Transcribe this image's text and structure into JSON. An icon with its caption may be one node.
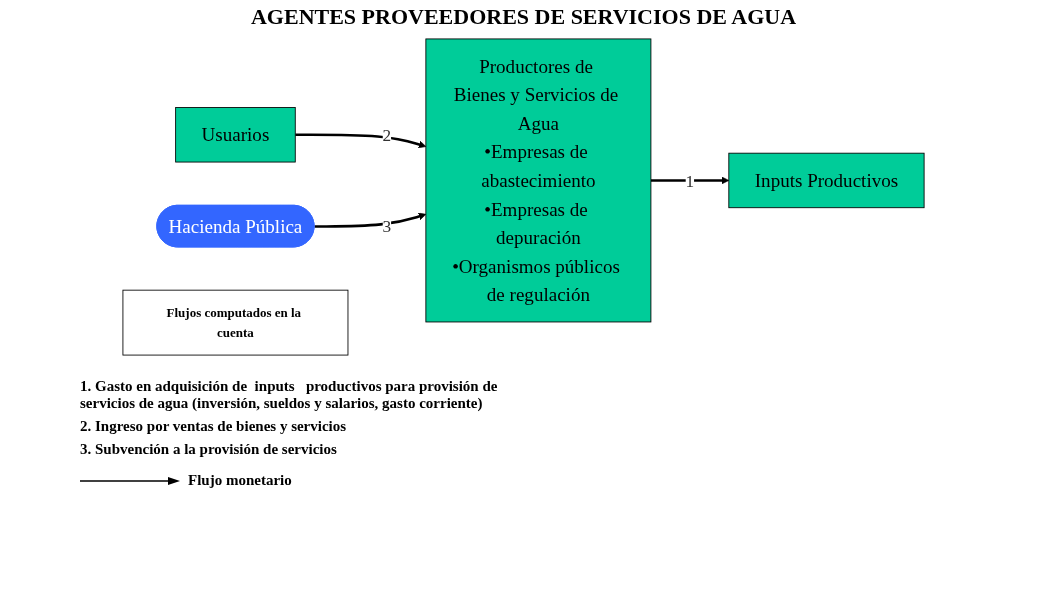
{
  "diagram": {
    "title": "AGENTES PROVEEDORES DE SERVICIOS DE AGUA",
    "nodes": [
      {
        "text": [
          "Inputs Productivos"
        ]
      },
      {
        "text": [
          "Productores de Bienes y Servicios de Agua",
          "•Empresas de abastecimiento",
          "•Empresas de depuración",
          "•Organismos públicos de regulación"
        ]
      },
      {
        "text": [
          "Usuarios"
        ]
      },
      {
        "text": [
          "Hacienda Pública"
        ]
      },
      {
        "text": [
          "Flujos computados en la cuenta"
        ]
      }
    ],
    "edges": [
      {
        "from": 1,
        "to": 0,
        "arrow": "to",
        "label": "1"
      },
      {
        "from": 2,
        "to": 1,
        "arrow": "to",
        "label": "2"
      },
      {
        "from": 3,
        "to": 1,
        "arrow": "to",
        "label": "3"
      }
    ],
    "labels": [
      "1. Gasto en adquisición de  inputs   productivos para provisión de servicios de agua (inversión, sueldos y salarios, gasto corriente)",
      "2. Ingreso por ventas de bienes y servicios",
      "3. Subvención a la provisión de servicios"
    ],
    "legend": [
      {
        "text": "Flujo monetario"
      }
    ]
  }
}
